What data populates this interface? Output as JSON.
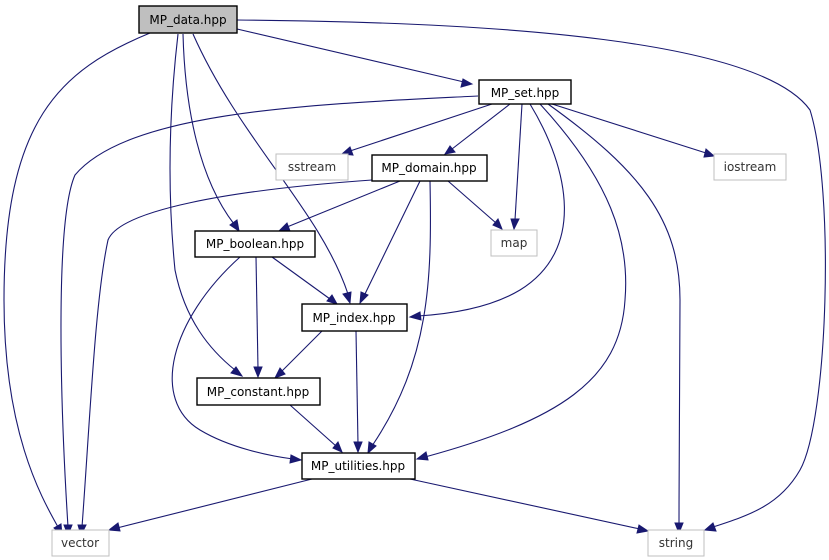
{
  "diagram": {
    "nodes": {
      "mp_data": {
        "label": "MP_data.hpp"
      },
      "mp_set": {
        "label": "MP_set.hpp"
      },
      "sstream": {
        "label": "sstream"
      },
      "mp_domain": {
        "label": "MP_domain.hpp"
      },
      "iostream": {
        "label": "iostream"
      },
      "mp_boolean": {
        "label": "MP_boolean.hpp"
      },
      "map": {
        "label": "map"
      },
      "mp_index": {
        "label": "MP_index.hpp"
      },
      "mp_constant": {
        "label": "MP_constant.hpp"
      },
      "mp_utilities": {
        "label": "MP_utilities.hpp"
      },
      "vector": {
        "label": "vector"
      },
      "string": {
        "label": "string"
      }
    },
    "edges": [
      {
        "from": "mp_data",
        "to": "mp_set"
      },
      {
        "from": "mp_data",
        "to": "vector"
      },
      {
        "from": "mp_data",
        "to": "string"
      },
      {
        "from": "mp_data",
        "to": "mp_boolean"
      },
      {
        "from": "mp_data",
        "to": "mp_index"
      },
      {
        "from": "mp_data",
        "to": "mp_constant"
      },
      {
        "from": "mp_set",
        "to": "vector"
      },
      {
        "from": "mp_set",
        "to": "sstream"
      },
      {
        "from": "mp_set",
        "to": "mp_domain"
      },
      {
        "from": "mp_set",
        "to": "map"
      },
      {
        "from": "mp_set",
        "to": "iostream"
      },
      {
        "from": "mp_set",
        "to": "mp_index"
      },
      {
        "from": "mp_set",
        "to": "mp_utilities"
      },
      {
        "from": "mp_set",
        "to": "string"
      },
      {
        "from": "mp_domain",
        "to": "vector"
      },
      {
        "from": "mp_domain",
        "to": "mp_boolean"
      },
      {
        "from": "mp_domain",
        "to": "map"
      },
      {
        "from": "mp_domain",
        "to": "mp_index"
      },
      {
        "from": "mp_domain",
        "to": "mp_utilities"
      },
      {
        "from": "mp_boolean",
        "to": "mp_index"
      },
      {
        "from": "mp_boolean",
        "to": "mp_constant"
      },
      {
        "from": "mp_boolean",
        "to": "mp_utilities"
      },
      {
        "from": "mp_index",
        "to": "mp_constant"
      },
      {
        "from": "mp_index",
        "to": "mp_utilities"
      },
      {
        "from": "mp_constant",
        "to": "mp_utilities"
      },
      {
        "from": "mp_utilities",
        "to": "vector"
      },
      {
        "from": "mp_utilities",
        "to": "string"
      }
    ]
  }
}
